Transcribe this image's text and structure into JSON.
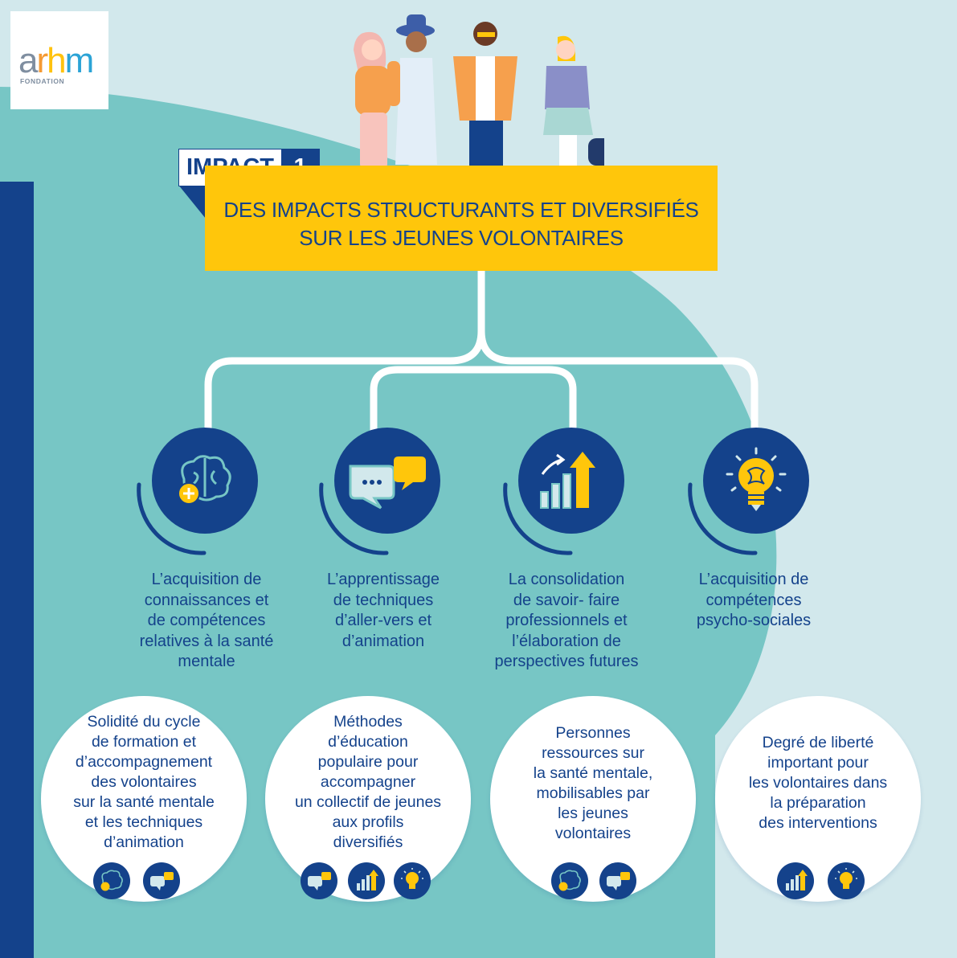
{
  "logo": {
    "letters": [
      "a",
      "r",
      "h",
      "m"
    ],
    "subtitle": "FONDATION"
  },
  "impact": {
    "word": "IMPACT",
    "number": "1"
  },
  "headline": {
    "line1": "DES IMPACTS STRUCTURANTS ET DIVERSIFIÉS",
    "line2": "SUR LES JEUNES VOLONTAIRES"
  },
  "outcomes": [
    {
      "icon": "brain-plus-icon",
      "lines": [
        "L’acquisition de",
        "connaissances et",
        "de compétences",
        "relatives à la santé",
        "mentale"
      ]
    },
    {
      "icon": "speech-bubbles-icon",
      "lines": [
        "L’apprentissage",
        "de techniques",
        "d’aller-vers et",
        "d’animation"
      ]
    },
    {
      "icon": "growth-chart-icon",
      "lines": [
        "La consolidation",
        "de savoir- faire",
        "professionnels et",
        "l’élaboration de",
        "perspectives futures"
      ]
    },
    {
      "icon": "lightbulb-icon",
      "lines": [
        "L’acquisition de",
        "compétences",
        "psycho-sociales"
      ]
    }
  ],
  "levers": [
    {
      "lines": [
        "Solidité du cycle",
        "de formation et",
        "d’accompagnement",
        "des volontaires",
        "sur la santé mentale",
        "et les techniques",
        "d’animation"
      ],
      "icons": [
        "brain-plus-icon",
        "speech-bubbles-icon"
      ]
    },
    {
      "lines": [
        "Méthodes",
        "d’éducation",
        "populaire pour",
        "accompagner",
        "un collectif de jeunes",
        "aux profils",
        "diversifiés"
      ],
      "icons": [
        "speech-bubbles-icon",
        "growth-chart-icon",
        "lightbulb-icon"
      ]
    },
    {
      "lines": [
        "Personnes",
        "ressources sur",
        "la santé mentale,",
        "mobilisables par",
        "les jeunes",
        "volontaires"
      ],
      "icons": [
        "brain-plus-icon",
        "speech-bubbles-icon"
      ]
    },
    {
      "lines": [
        "Degré de liberté",
        "important pour",
        "les volontaires dans",
        "la préparation",
        "des interventions"
      ],
      "icons": [
        "growth-chart-icon",
        "lightbulb-icon"
      ]
    }
  ],
  "colors": {
    "navy": "#14428b",
    "yellow": "#ffc60b",
    "teal": "#77c6c5",
    "background": "#d2e8ec",
    "orange": "#f6a04d"
  }
}
